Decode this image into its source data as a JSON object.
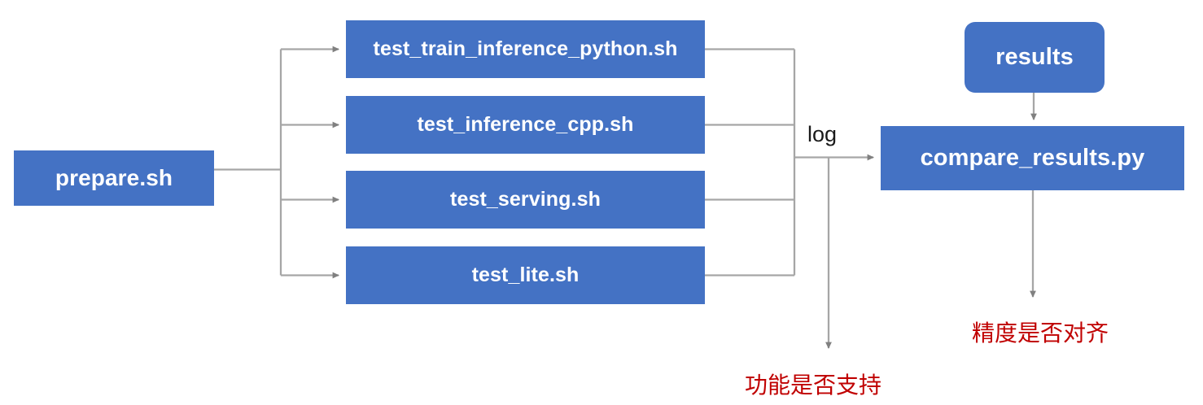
{
  "diagram": {
    "title": "Test pipeline flow diagram",
    "colors": {
      "node_fill": "#4472C4",
      "node_text": "#FFFFFF",
      "connector": "#A6A6A6",
      "arrowhead": "#808080",
      "annotation_red": "#C00000",
      "edge_label": "#1A1A1A",
      "background": "#FFFFFF"
    },
    "nodes": [
      {
        "id": "prepare",
        "label": "prepare.sh",
        "shape": "rect"
      },
      {
        "id": "train",
        "label": "test_train_inference_python.sh",
        "shape": "rect"
      },
      {
        "id": "cpp",
        "label": "test_inference_cpp.sh",
        "shape": "rect"
      },
      {
        "id": "serving",
        "label": "test_serving.sh",
        "shape": "rect"
      },
      {
        "id": "lite",
        "label": "test_lite.sh",
        "shape": "rect"
      },
      {
        "id": "results",
        "label": "results",
        "shape": "rounded-rect"
      },
      {
        "id": "compare",
        "label": "compare_results.py",
        "shape": "rect"
      }
    ],
    "edge_labels": [
      {
        "id": "log",
        "label": "log"
      }
    ],
    "annotations": [
      {
        "id": "function",
        "label": "功能是否支持"
      },
      {
        "id": "precision",
        "label": "精度是否对齐"
      }
    ],
    "edges": [
      {
        "from": "prepare",
        "to": "train",
        "label": ""
      },
      {
        "from": "prepare",
        "to": "cpp",
        "label": ""
      },
      {
        "from": "prepare",
        "to": "serving",
        "label": ""
      },
      {
        "from": "prepare",
        "to": "lite",
        "label": ""
      },
      {
        "from": "train",
        "to": "compare",
        "label": "log"
      },
      {
        "from": "cpp",
        "to": "compare",
        "label": "log"
      },
      {
        "from": "serving",
        "to": "compare",
        "label": "log"
      },
      {
        "from": "lite",
        "to": "compare",
        "label": "log"
      },
      {
        "from": "log-junction",
        "to": "function-annotation",
        "label": ""
      },
      {
        "from": "results",
        "to": "compare",
        "label": ""
      },
      {
        "from": "compare",
        "to": "precision-annotation",
        "label": ""
      }
    ]
  }
}
